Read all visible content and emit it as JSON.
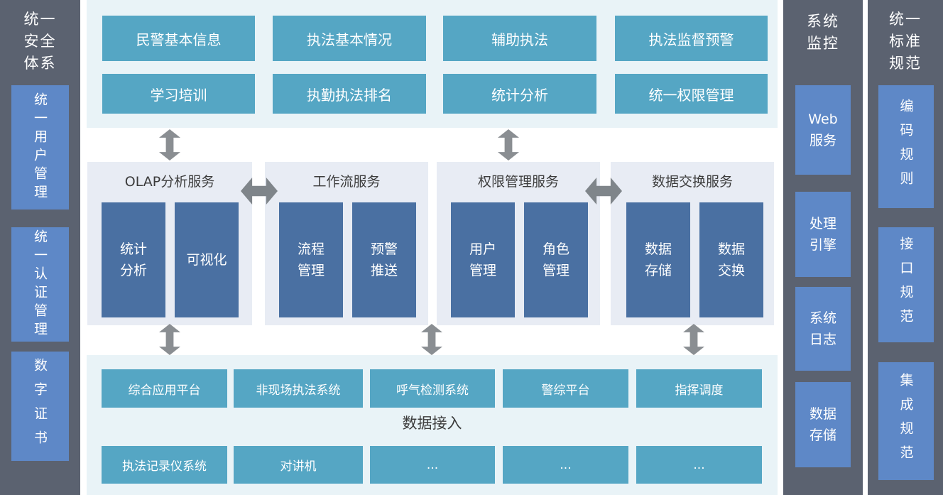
{
  "diagram": {
    "colors": {
      "sidebar_gray": "#5b6270",
      "sidebar_blue": "#5e88c7",
      "panel_light_blue": "#e9f3f7",
      "teal": "#55a6c4",
      "group_bg": "#e8ecf4",
      "navy": "#4a70a2",
      "arrow_gray": "#8a8e92",
      "dark_text": "#3c3c3c"
    },
    "security_panel": {
      "title": "统一安全体系",
      "title_lines": [
        "统一",
        "安全",
        "体系"
      ],
      "items": [
        "统一用户管理",
        "统一认证管理",
        "数字证书"
      ]
    },
    "application_layer": {
      "row1": [
        "民警基本信息",
        "执法基本情况",
        "辅助执法",
        "执法监督预警"
      ],
      "row2": [
        "学习培训",
        "执勤执法排名",
        "统计分析",
        "统一权限管理"
      ]
    },
    "service_layer": {
      "groups": [
        {
          "title": "OLAP分析服务",
          "children": [
            {
              "label": "统计分析",
              "lines": [
                "统计",
                "分析"
              ]
            },
            {
              "label": "可视化",
              "lines": [
                "可视化"
              ]
            }
          ]
        },
        {
          "title": "工作流服务",
          "children": [
            {
              "label": "流程管理",
              "lines": [
                "流程",
                "管理"
              ]
            },
            {
              "label": "预警推送",
              "lines": [
                "预警",
                "推送"
              ]
            }
          ]
        },
        {
          "title": "权限管理服务",
          "children": [
            {
              "label": "用户管理",
              "lines": [
                "用户",
                "管理"
              ]
            },
            {
              "label": "角色管理",
              "lines": [
                "角色",
                "管理"
              ]
            }
          ]
        },
        {
          "title": "数据交换服务",
          "children": [
            {
              "label": "数据存储",
              "lines": [
                "数据",
                "存储"
              ]
            },
            {
              "label": "数据交换",
              "lines": [
                "数据",
                "交换"
              ]
            }
          ]
        }
      ]
    },
    "access_layer": {
      "label": "数据接入",
      "row1": [
        "综合应用平台",
        "非现场执法系统",
        "呼气检测系统",
        "警综平台",
        "指挥调度"
      ],
      "row2": [
        "执法记录仪系统",
        "对讲机",
        "...",
        "...",
        "..."
      ]
    },
    "monitor_panel": {
      "title": "系统监控",
      "title_lines": [
        "系统",
        "监控"
      ],
      "items": [
        {
          "label": "Web服务",
          "lines": [
            "Web",
            "服务"
          ]
        },
        {
          "label": "处理引擎",
          "lines": [
            "处理",
            "引擎"
          ]
        },
        {
          "label": "系统日志",
          "lines": [
            "系统",
            "日志"
          ]
        },
        {
          "label": "数据存储",
          "lines": [
            "数据",
            "存储"
          ]
        }
      ]
    },
    "standards_panel": {
      "title": "统一标准规范",
      "title_lines": [
        "统一",
        "标准",
        "规范"
      ],
      "items": [
        "编码规则",
        "接口规范",
        "集成规范"
      ]
    }
  }
}
